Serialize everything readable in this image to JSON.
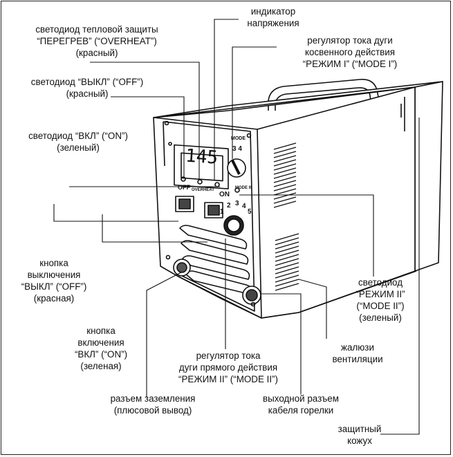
{
  "device": {
    "display_value": "145",
    "panel_text": {
      "off": "OFF",
      "overheat": "OVERHEAT",
      "on": "ON",
      "mode1": "MODE",
      "mode1_nums": "3 4",
      "mode2": "MODE II",
      "mode2_nums": [
        "1",
        "2",
        "3",
        "4",
        "5"
      ]
    }
  },
  "labels": {
    "overheat_led": [
      "светодиод тепловой защиты",
      "“ПЕРЕГРЕВ” (“OVERHEAT”)",
      "(красный)"
    ],
    "off_led": [
      "светодиод “ВЫКЛ” (“OFF”)",
      "(красный)"
    ],
    "on_led": [
      "светодиод “ВКЛ” (“ON”)",
      "(зеленый)"
    ],
    "voltage_indicator": [
      "индикатор",
      "напряжения"
    ],
    "mode1_regulator": [
      "регулятор тока дуги",
      "косвенного действия",
      "“РЕЖИМ I” (“MODE I”)"
    ],
    "off_button": [
      "кнопка",
      "выключения",
      "“ВЫКЛ” (“OFF”)",
      "(красная)"
    ],
    "on_button": [
      "кнопка",
      "включения",
      "“ВКЛ” (“ON”)",
      "(зеленая)"
    ],
    "ground_connector": [
      "разъем заземления",
      "(плюсовой вывод)"
    ],
    "mode2_regulator": [
      "регулятор тока",
      "дуги прямого действия",
      "“РЕЖИМ II” (“MODE II”)"
    ],
    "output_connector": [
      "выходной разъем",
      "кабеля горелки"
    ],
    "mode2_led": [
      "светодиод",
      "“РЕЖИМ II”",
      "(“MODE II”)",
      "(зеленый)"
    ],
    "vents": [
      "жалюзи",
      "вентиляции"
    ],
    "housing": [
      "защитный",
      "кожух"
    ]
  }
}
